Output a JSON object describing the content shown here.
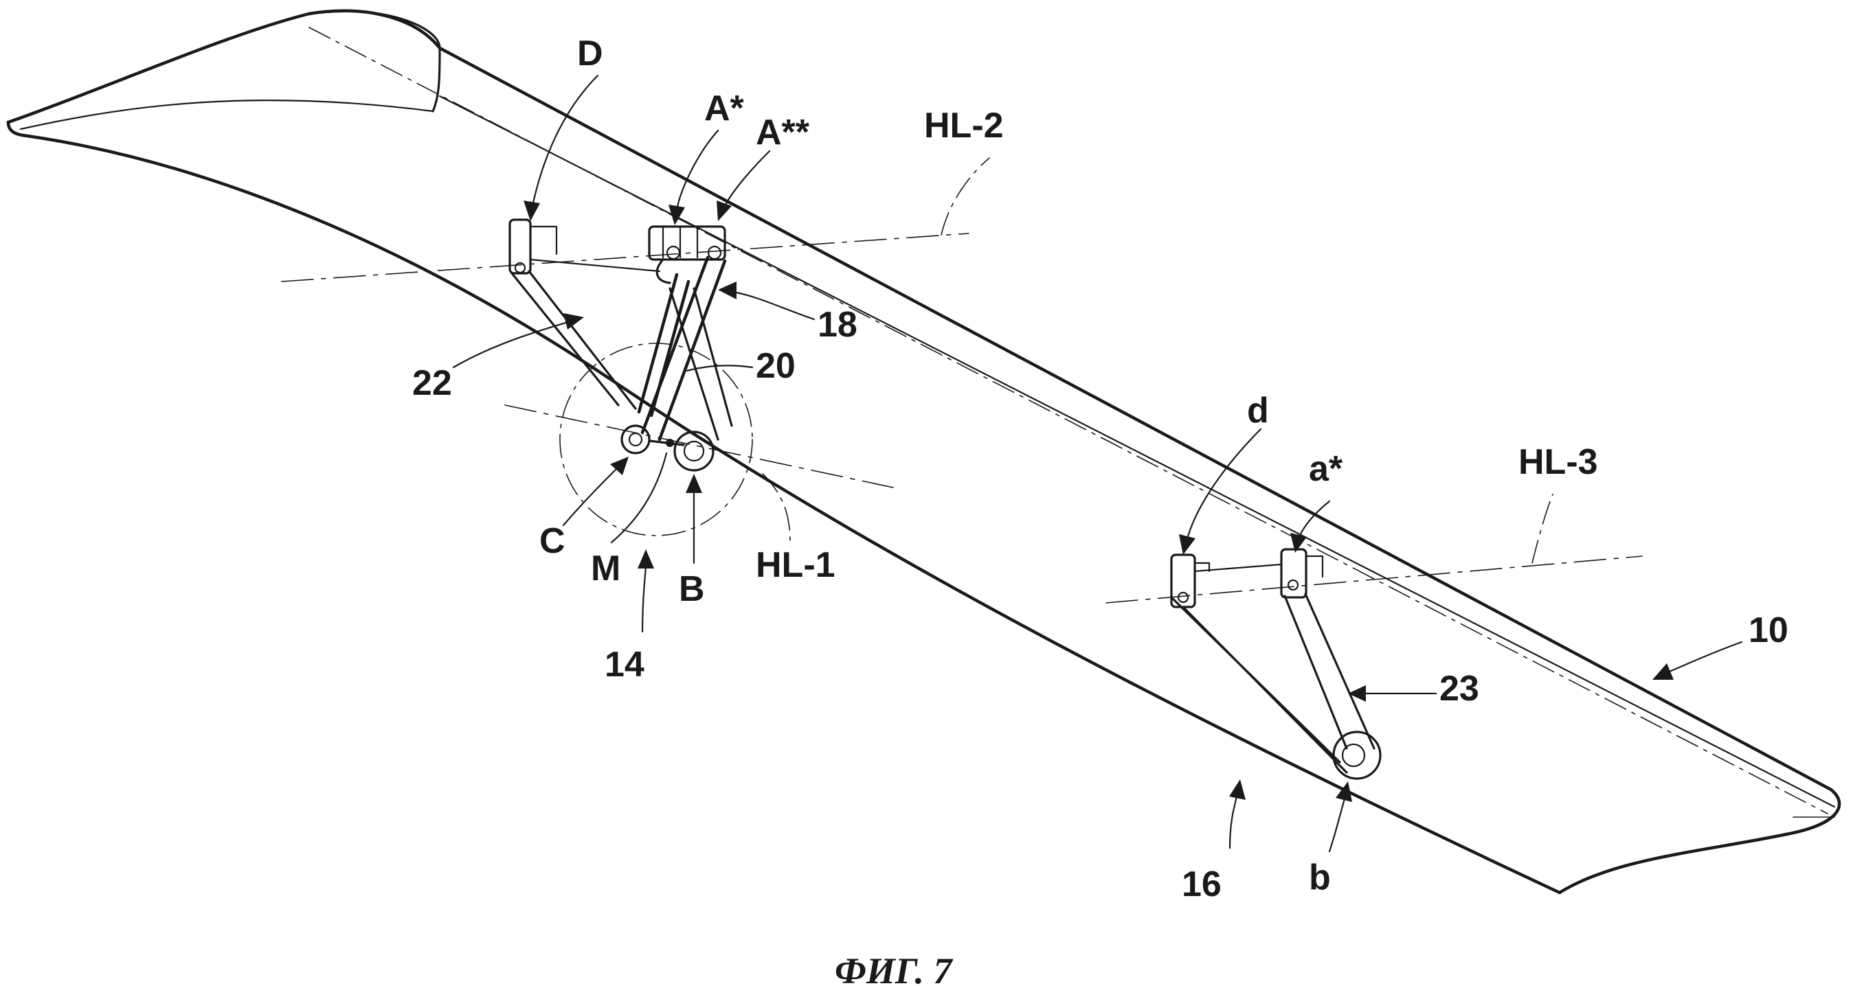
{
  "labels": {
    "D": "D",
    "A_star": "A*",
    "A_star2": "A**",
    "HL2": "HL-2",
    "n18": "18",
    "n20": "20",
    "n22": "22",
    "C": "C",
    "M": "M",
    "B": "B",
    "HL1": "HL-1",
    "n14": "14",
    "d": "d",
    "a_star": "a*",
    "HL3": "HL-3",
    "n10": "10",
    "n23": "23",
    "n16": "16",
    "b": "b"
  },
  "caption": "ФИГ. 7",
  "colors": {
    "ink": "#1a1a1a",
    "background": "#ffffff"
  }
}
